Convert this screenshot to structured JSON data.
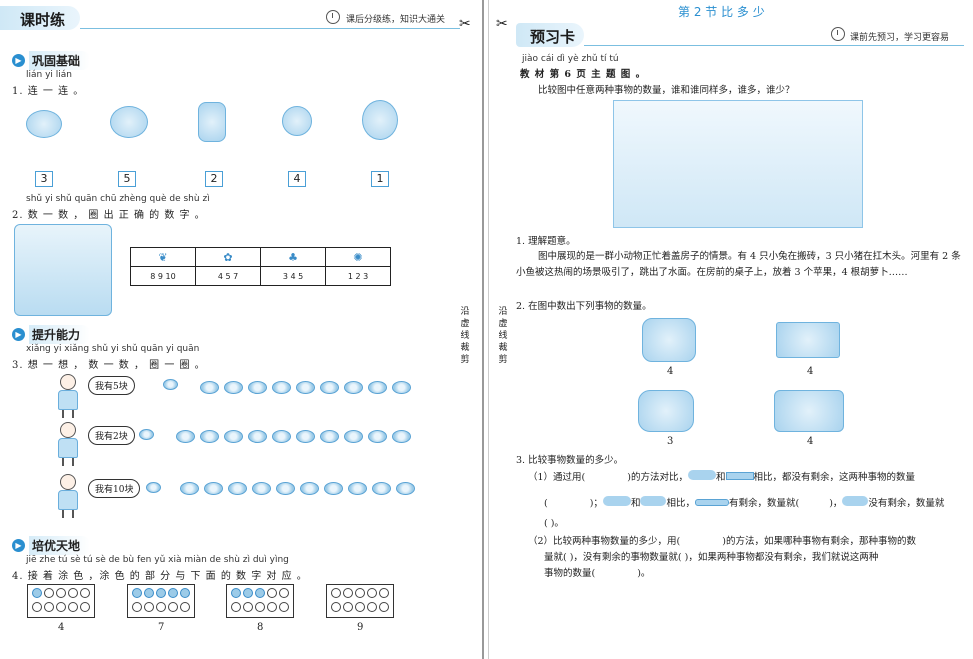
{
  "left": {
    "banner_title": "课时练",
    "slogan": "课后分级练，知识大通关",
    "section1": "巩固基础",
    "q1_pinyin": "lián yi lián",
    "q1_text": "1. 连 一 连 。",
    "q1_numbers": [
      "3",
      "5",
      "2",
      "4",
      "1"
    ],
    "q2_pinyin": "shǔ yi shǔ   quān chū zhèng què de shù zì",
    "q2_text": "2. 数 一 数 ， 圈  出  正  确 的 数 字 。",
    "q2_table": [
      "8  9  10",
      "4  5  7",
      "3  4  5",
      "1  2  3"
    ],
    "section2": "提升能力",
    "q3_pinyin": "xiǎng yi xiǎng   shǔ yi shǔ   quān yi quān",
    "q3_text": "3. 想  一  想 ， 数 一 数 ， 圈 一 圈 。",
    "q3_bubbles": [
      "我有5块",
      "我有2块",
      "我有10块"
    ],
    "section3": "培优天地",
    "q4_pinyin": "jiē zhe tú sè   tú sè de bù fen yǔ xià miàn de shù zì duì yìng",
    "q4_text": "4. 接  着 涂 色 ，涂 色 的 部 分 与 下  面  的  数 字 对  应  。",
    "q4_labels": [
      "4",
      "7",
      "8",
      "9"
    ],
    "q4_filled": [
      1,
      5,
      3,
      0
    ],
    "cut_label": "沿虚线裁剪"
  },
  "right": {
    "section_title": "第 2 节   比   多   少",
    "banner_title": "预习卡",
    "slogan": "课前先预习，学习更容易",
    "pinyin": "jiào cái dì   yè zhǔ tí tú",
    "textbook_note": "教  材  第 6 页  主  题 图 。",
    "intro": "比较图中任意两种事物的数量，谁和谁同样多，谁多，谁少？",
    "p1_title": "1. 理解题意。",
    "p1_body": "图中展现的是一群小动物正忙着盖房子的情景。有 4 只小兔在搬砖，3 只小猪在扛木头。河里有 2 条小鱼被这热闹的场景吸引了，跳出了水面。在房前的桌子上，放着 3 个苹果，4 根胡萝卜……",
    "p2_title": "2. 在图中数出下列事物的数量。",
    "counts": [
      "4",
      "4",
      "3",
      "4"
    ],
    "p3_title": "3. 比较事物数量的多少。",
    "p3_1a": "（1）通过用(",
    "p3_1b": ")的方法对比，",
    "p3_1c": "和",
    "p3_1d": "相比，都没有剩余，这两种事物的数量",
    "p3_1e": "(",
    "p3_1f": ")；",
    "p3_1g": "和",
    "p3_1h": "相比，",
    "p3_1i": "有剩余，数量就(",
    "p3_1j": ")，",
    "p3_1k": "没有剩余，数量就",
    "p3_1l": "(    )。",
    "p3_2a": "（2）比较两种事物数量的多少，用(",
    "p3_2b": ")的方法，如果哪种事物有剩余，那种事物的数",
    "p3_2c": "量就(    )，没有剩余的事物数量就(    )，如果两种事物都没有剩余，我们就说这两种",
    "p3_2d": "事物的数量(",
    "p3_2e": ")。",
    "cut_label": "沿虚线裁剪"
  }
}
